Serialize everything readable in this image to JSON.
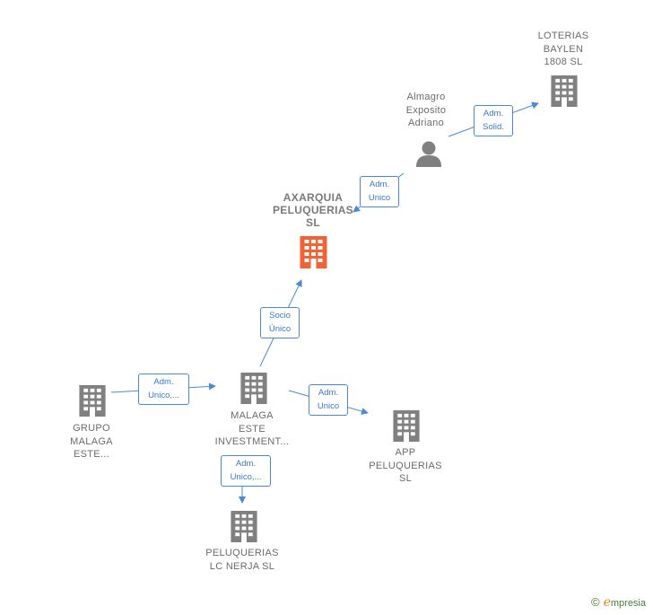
{
  "nodes": {
    "loterias": {
      "label": "LOTERIAS\nBAYLEN\n1808  SL",
      "kind": "company"
    },
    "almagro": {
      "label": "Almagro\nExposito\nAdriano",
      "kind": "person"
    },
    "axarquia": {
      "label": "AXARQUIA\nPELUQUERIAS\nSL",
      "kind": "company-main"
    },
    "grupo": {
      "label": "GRUPO\nMALAGA\nESTE...",
      "kind": "company"
    },
    "malaga": {
      "label": "MALAGA\nESTE\nINVESTMENT...",
      "kind": "company"
    },
    "app": {
      "label": "APP\nPELUQUERIAS\nSL",
      "kind": "company"
    },
    "nerja": {
      "label": "PELUQUERIAS\nLC NERJA  SL",
      "kind": "company"
    }
  },
  "edges": {
    "almagro_loterias": "Adm.\nSolid.",
    "almagro_axarquia": "Adm.\nUnico",
    "malaga_axarquia": "Socio\nÚnico",
    "grupo_malaga": "Adm.\nUnico,...",
    "malaga_app": "Adm.\nUnico",
    "malaga_nerja": "Adm.\nUnico,..."
  },
  "colors": {
    "company": "#808080",
    "main": "#f26234",
    "edge": "#4a8ad6"
  },
  "brand": {
    "copyright": "©",
    "initial": "e",
    "rest": "mpresia"
  }
}
